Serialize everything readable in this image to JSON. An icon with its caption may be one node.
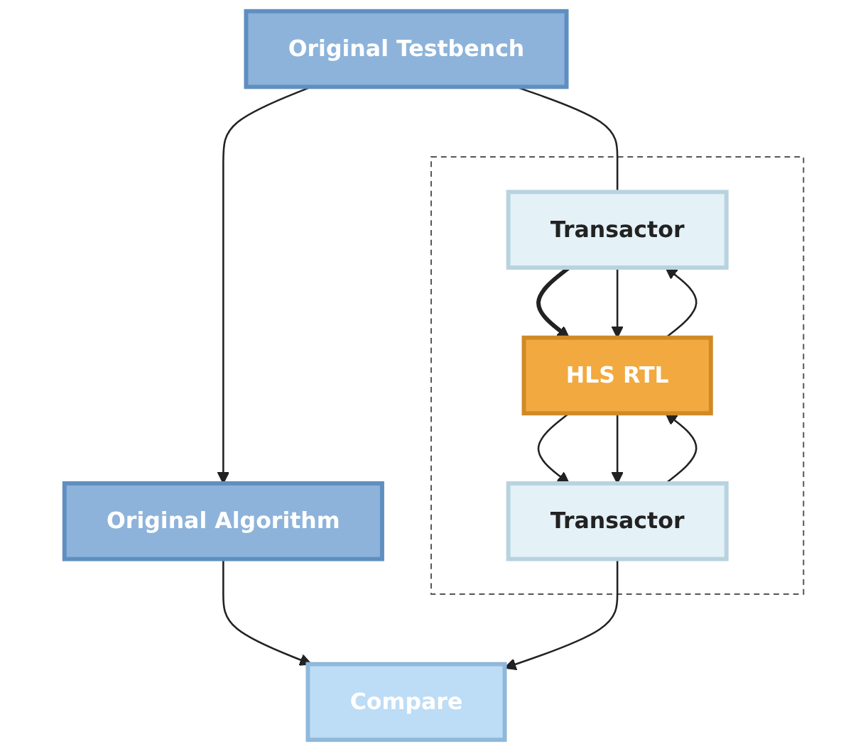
{
  "diagram": {
    "nodes": [
      {
        "text": [
          "Original Testbench"
        ]
      },
      {
        "text": [],
        "shape": "box"
      },
      {
        "text": [
          "Transactor"
        ],
        "in": 1
      },
      {
        "text": [
          "HLS RTL"
        ],
        "in": 1
      },
      {
        "text": [
          "Transactor"
        ],
        "in": 1
      },
      {
        "text": [
          "Original Algorithm"
        ]
      },
      {
        "text": [
          "Compare"
        ]
      }
    ],
    "edges": [
      {
        "from": 0,
        "to": 5,
        "arrow": "to"
      },
      {
        "from": 0,
        "to": 2,
        "arrow": "none"
      },
      {
        "from": 3,
        "to": 2,
        "arrow": "to"
      },
      {
        "from": 2,
        "to": 3,
        "arrow": "to",
        "style": "thick"
      },
      {
        "from": 2,
        "to": 3,
        "arrow": "to"
      },
      {
        "from": 4,
        "to": 3,
        "arrow": "to"
      },
      {
        "from": 3,
        "to": 4,
        "arrow": "to"
      },
      {
        "from": 3,
        "to": 4,
        "arrow": "to"
      },
      {
        "from": 5,
        "to": 6,
        "arrow": "to"
      },
      {
        "from": 4,
        "to": 6,
        "arrow": "to"
      }
    ]
  }
}
